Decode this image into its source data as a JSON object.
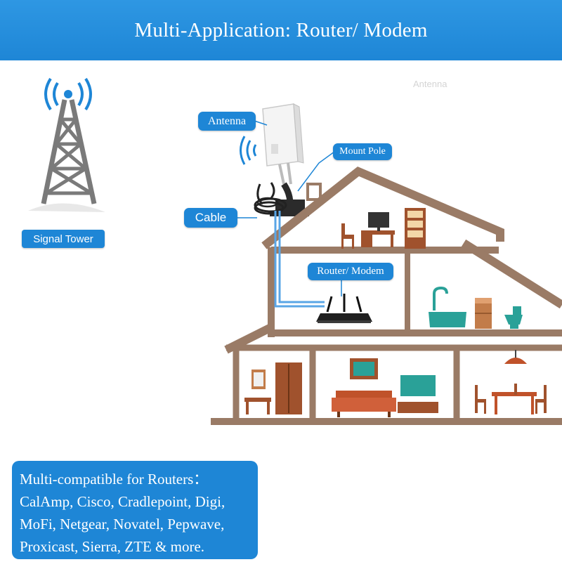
{
  "header": {
    "title": "Multi-Application: Router/ Modem"
  },
  "faint_text": "Antenna",
  "labels": {
    "antenna": "Antenna",
    "mount_pole": "Mount Pole",
    "cable": "Cable",
    "signal_tower": "Signal Tower",
    "router_modem": "Router/ Modem"
  },
  "info_box": {
    "lines": [
      "Multi-compatible for Routers：",
      "CalAmp, Cisco, Cradlepoint, Digi,",
      "MoFi, Netgear, Novatel, Pepwave,",
      "Proxicast, Sierra, ZTE & more."
    ]
  },
  "colors": {
    "accent_blue": "#1e86d6",
    "house_brown": "#9a7b66",
    "house_fill": "#ffffff",
    "tower_gray": "#7a7a7a",
    "furniture_brown": "#a0522d",
    "teal": "#2aa198"
  }
}
